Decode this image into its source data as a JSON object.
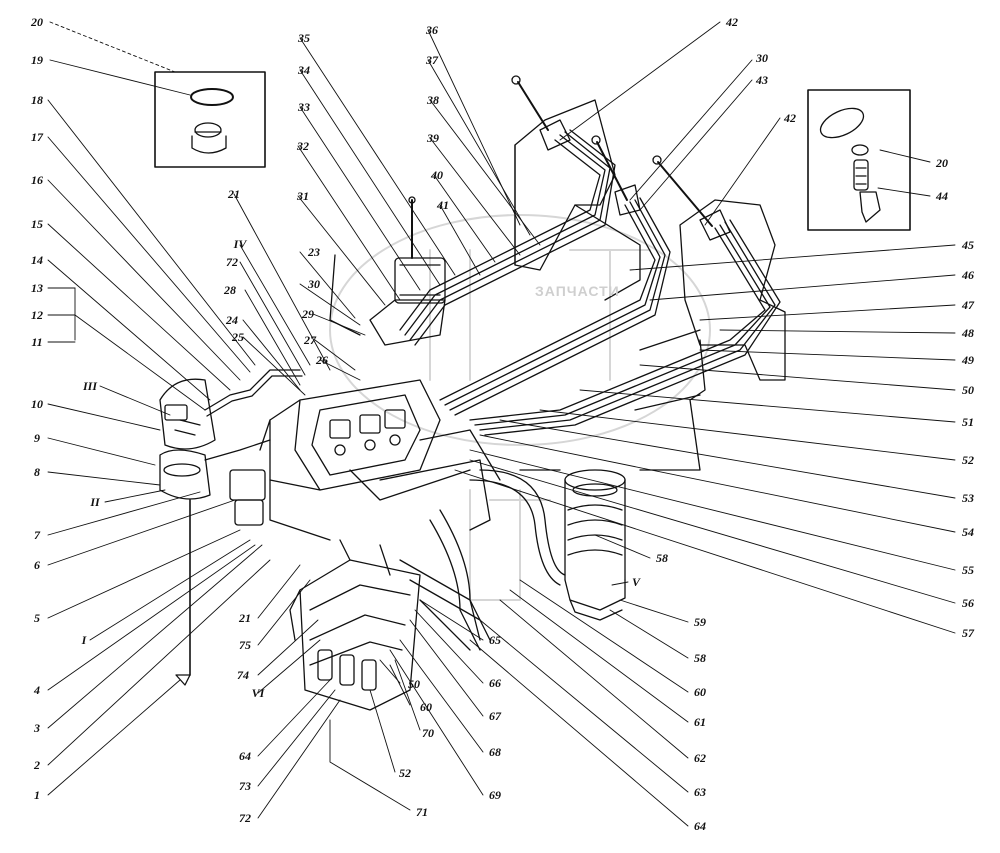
{
  "watermark": "ЗАПЧАСТИ",
  "colors": {
    "ink": "#111111",
    "paper": "#ffffff",
    "watermark": "#cfcfcf"
  },
  "labels": [
    "20",
    "19",
    "18",
    "17",
    "16",
    "15",
    "14",
    "13",
    "12",
    "11",
    "III",
    "10",
    "9",
    "8",
    "II",
    "7",
    "6",
    "5",
    "I",
    "4",
    "3",
    "2",
    "1",
    "35",
    "34",
    "33",
    "32",
    "31",
    "21",
    "IV",
    "72",
    "23",
    "30",
    "29",
    "28",
    "24",
    "25",
    "27",
    "26",
    "36",
    "37",
    "38",
    "39",
    "40",
    "41",
    "42",
    "30",
    "43",
    "42",
    "20",
    "44",
    "45",
    "46",
    "47",
    "48",
    "49",
    "50",
    "51",
    "52",
    "53",
    "54",
    "55",
    "56",
    "57",
    "58",
    "V",
    "59",
    "58",
    "60",
    "61",
    "62",
    "63",
    "64",
    "65",
    "66",
    "67",
    "68",
    "69",
    "70",
    "60",
    "50",
    "52",
    "71",
    "72",
    "73",
    "64",
    "VI",
    "74",
    "75",
    "21"
  ]
}
